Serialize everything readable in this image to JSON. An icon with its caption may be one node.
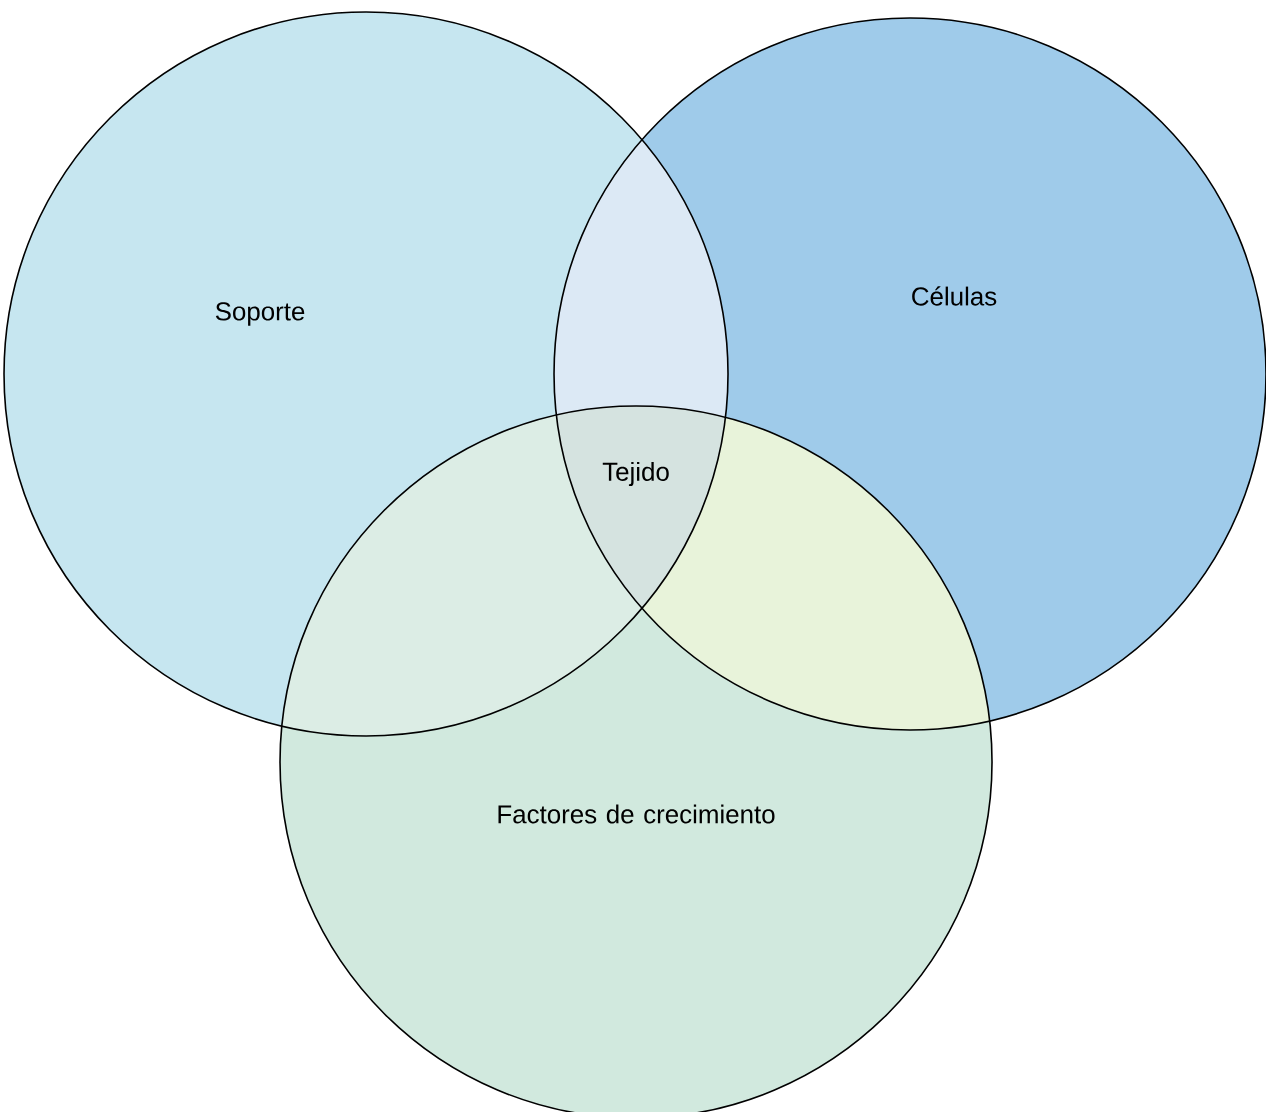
{
  "diagram": {
    "nodes": [
      {
        "text": [
          "Soporte"
        ]
      },
      {
        "text": [
          "Células"
        ]
      },
      {
        "text": [
          "Factores de crecimiento"
        ]
      }
    ],
    "labels": [
      "Tejido"
    ]
  }
}
